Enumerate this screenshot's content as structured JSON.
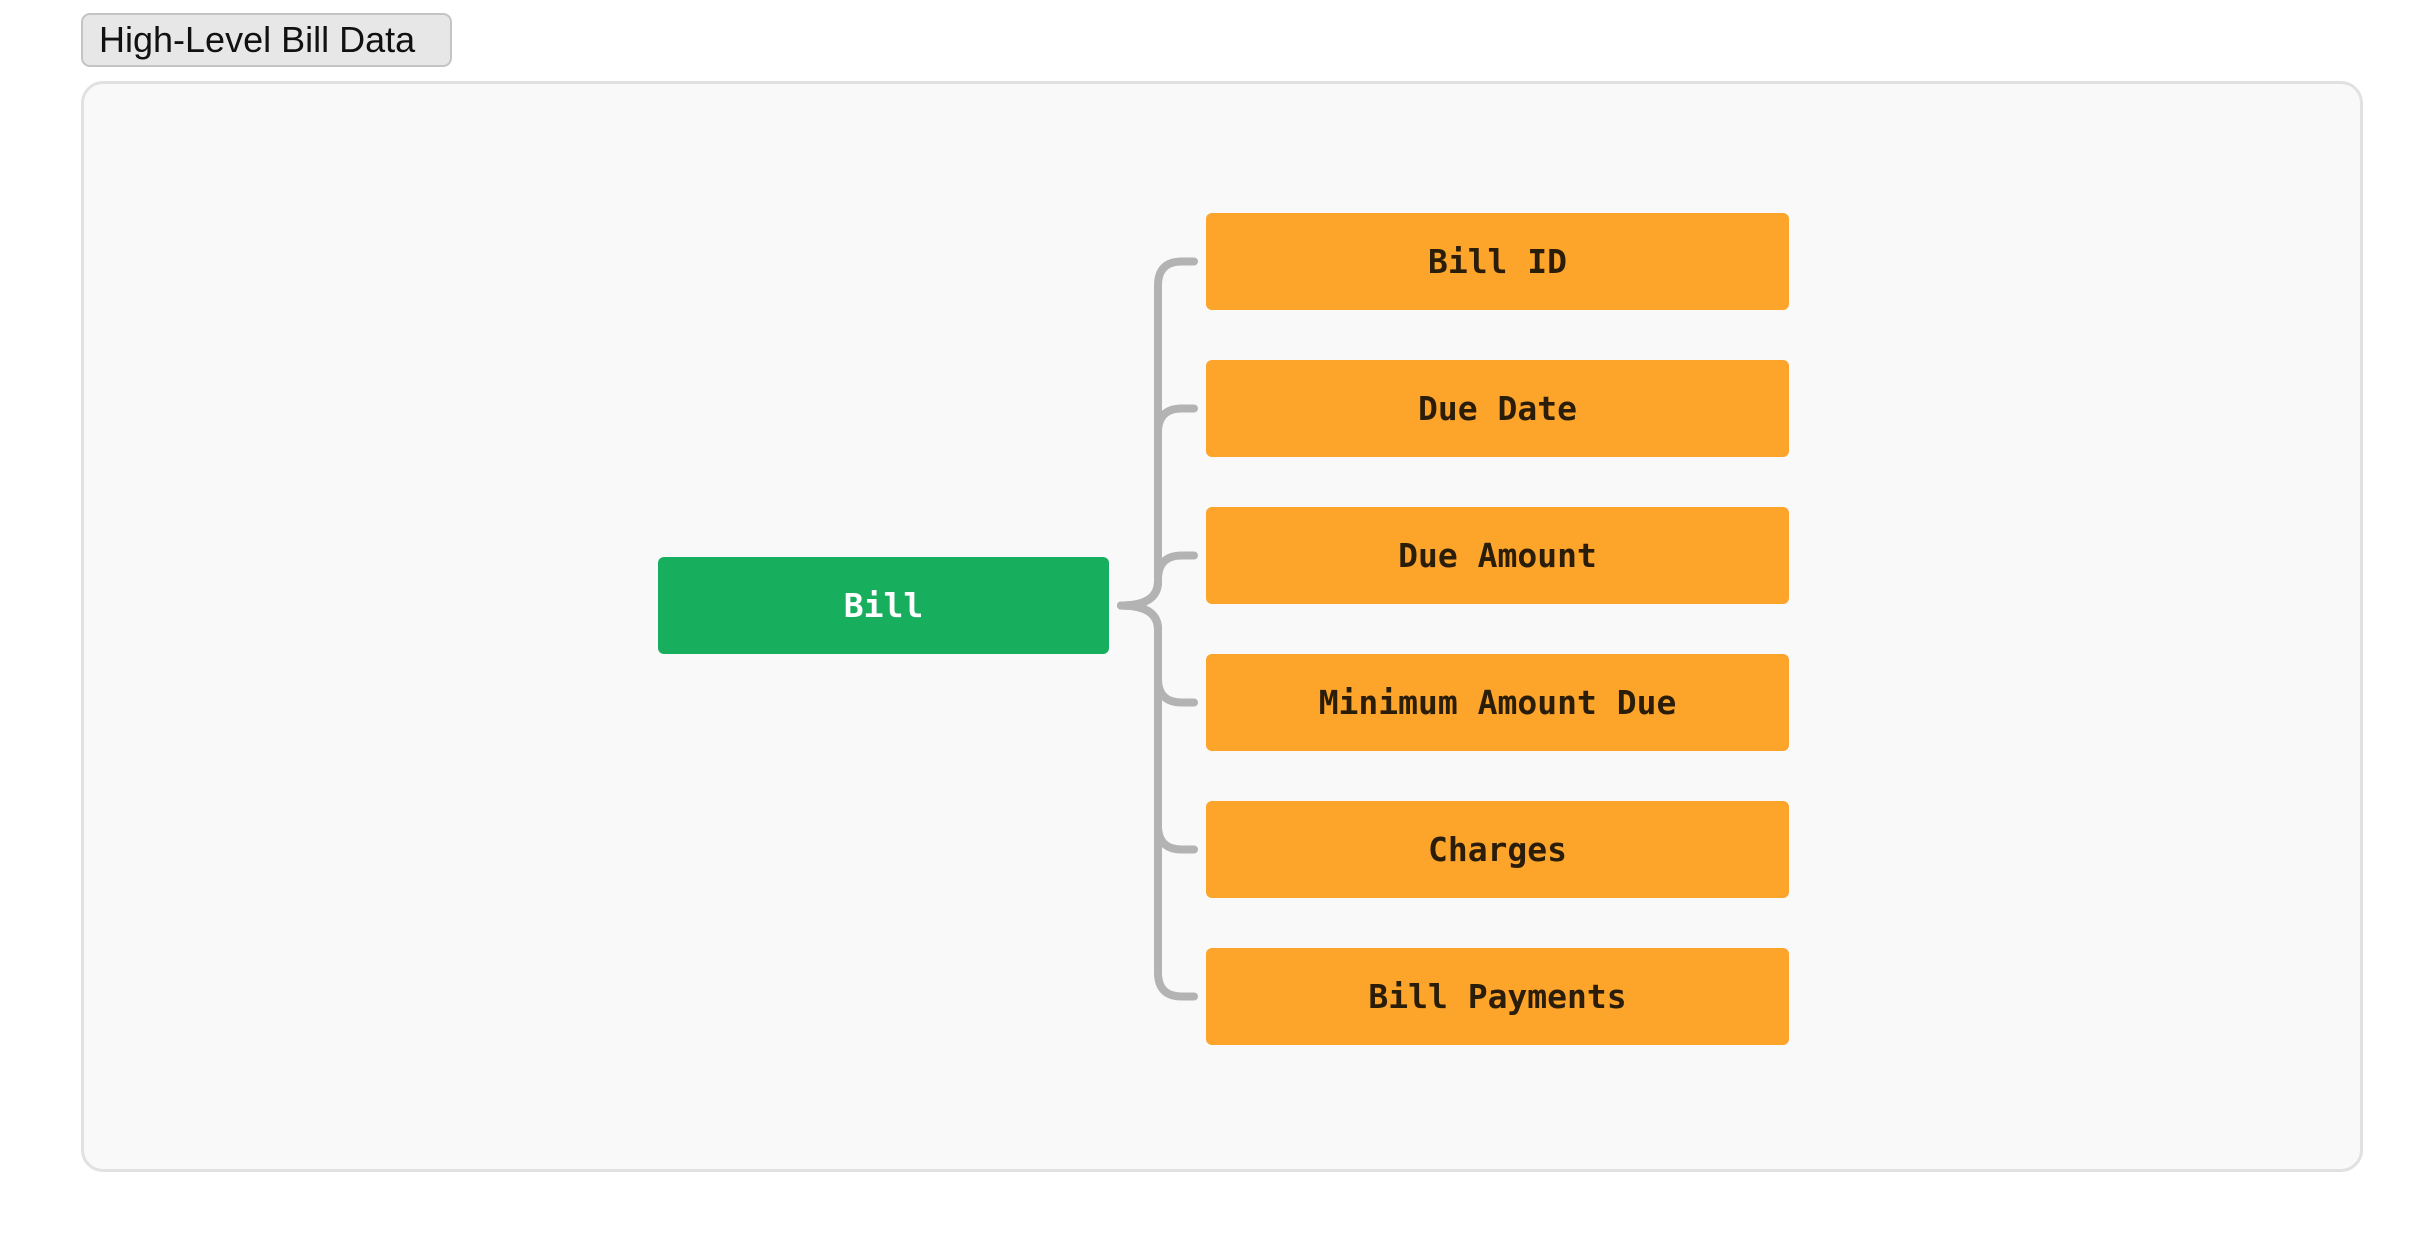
{
  "header": {
    "title": "High-Level Bill Data"
  },
  "diagram": {
    "root": {
      "label": "Bill"
    },
    "children": [
      {
        "id": "bill-id",
        "label": "Bill ID"
      },
      {
        "id": "due-date",
        "label": "Due Date"
      },
      {
        "id": "due-amount",
        "label": "Due Amount"
      },
      {
        "id": "minimum-amount-due",
        "label": "Minimum Amount Due"
      },
      {
        "id": "charges",
        "label": "Charges"
      },
      {
        "id": "bill-payments",
        "label": "Bill Payments"
      }
    ]
  },
  "colors": {
    "root_bg": "#17ae5e",
    "child_bg": "#fda42b",
    "connector": "#b3b3b3",
    "canvas_bg": "#f9f9f9"
  }
}
